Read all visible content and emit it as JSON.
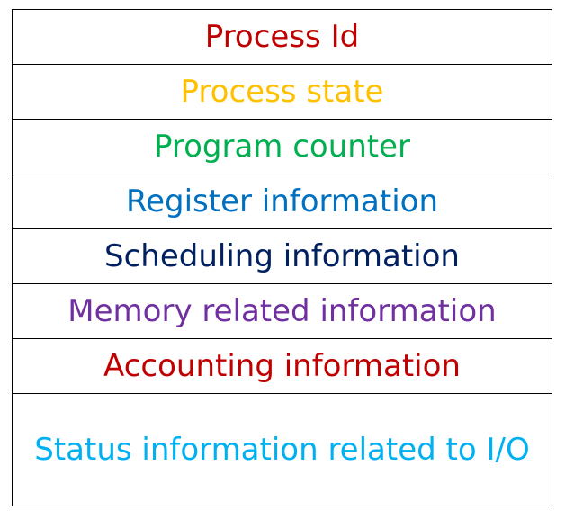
{
  "rows": [
    {
      "label": "Process Id",
      "color": "#C00000"
    },
    {
      "label": "Process state",
      "color": "#FFC000"
    },
    {
      "label": "Program counter",
      "color": "#00B050"
    },
    {
      "label": "Register information",
      "color": "#0070C0"
    },
    {
      "label": "Scheduling information",
      "color": "#002060"
    },
    {
      "label": "Memory related information",
      "color": "#7030A0"
    },
    {
      "label": "Accounting information",
      "color": "#C00000"
    },
    {
      "label": "Status information related to I/O",
      "color": "#00B0F0"
    }
  ]
}
